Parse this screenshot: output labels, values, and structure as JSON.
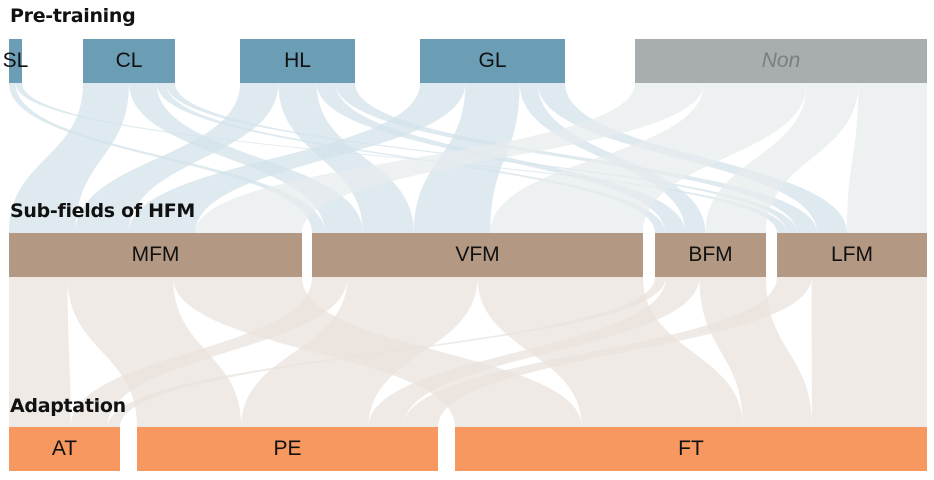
{
  "sections": {
    "pretraining": "Pre-training",
    "subfields": "Sub-fields of HFM",
    "adaptation": "Adaptation"
  },
  "colors": {
    "pretraining_node": "#6b9db5",
    "non_node": "#a8aeaf",
    "pretraining_flow": "#d3e2ea",
    "non_flow": "#e8ebed",
    "subfield_node": "#b39984",
    "subfield_flow": "#e9e2dc",
    "adaptation_node": "#f89861"
  },
  "nodes": {
    "pretraining": [
      {
        "id": "SL",
        "label": "SL",
        "share": 0.014
      },
      {
        "id": "CL",
        "label": "CL",
        "share": 0.1
      },
      {
        "id": "HL",
        "label": "HL",
        "share": 0.125
      },
      {
        "id": "GL",
        "label": "GL",
        "share": 0.157
      },
      {
        "id": "Non",
        "label": "Non",
        "share": 0.318,
        "italic": true
      }
    ],
    "subfields": [
      {
        "id": "MFM",
        "label": "MFM",
        "share": 0.318
      },
      {
        "id": "VFM",
        "label": "VFM",
        "share": 0.36
      },
      {
        "id": "BFM",
        "label": "BFM",
        "share": 0.12
      },
      {
        "id": "LFM",
        "label": "LFM",
        "share": 0.163
      }
    ],
    "adaptation": [
      {
        "id": "AT",
        "label": "AT",
        "share": 0.12
      },
      {
        "id": "PE",
        "label": "PE",
        "share": 0.327
      },
      {
        "id": "FT",
        "label": "FT",
        "share": 0.513
      }
    ]
  },
  "links_top": [
    {
      "source": "SL",
      "target": "VFM",
      "value": 1
    },
    {
      "source": "SL",
      "target": "LFM",
      "value": 1
    },
    {
      "source": "CL",
      "target": "MFM",
      "value": 5
    },
    {
      "source": "CL",
      "target": "VFM",
      "value": 3
    },
    {
      "source": "CL",
      "target": "BFM",
      "value": 1
    },
    {
      "source": "CL",
      "target": "LFM",
      "value": 1
    },
    {
      "source": "HL",
      "target": "MFM",
      "value": 4
    },
    {
      "source": "HL",
      "target": "VFM",
      "value": 4
    },
    {
      "source": "HL",
      "target": "BFM",
      "value": 2
    },
    {
      "source": "HL",
      "target": "LFM",
      "value": 2
    },
    {
      "source": "GL",
      "target": "MFM",
      "value": 5
    },
    {
      "source": "GL",
      "target": "VFM",
      "value": 6
    },
    {
      "source": "GL",
      "target": "BFM",
      "value": 2
    },
    {
      "source": "GL",
      "target": "LFM",
      "value": 3
    },
    {
      "source": "Non",
      "target": "MFM",
      "value": 8
    },
    {
      "source": "Non",
      "target": "VFM",
      "value": 12
    },
    {
      "source": "Non",
      "target": "BFM",
      "value": 6
    },
    {
      "source": "Non",
      "target": "LFM",
      "value": 8
    }
  ],
  "links_bottom": [
    {
      "source": "MFM",
      "target": "AT",
      "value": 5
    },
    {
      "source": "MFM",
      "target": "PE",
      "value": 9
    },
    {
      "source": "MFM",
      "target": "FT",
      "value": 11
    },
    {
      "source": "VFM",
      "target": "AT",
      "value": 3
    },
    {
      "source": "VFM",
      "target": "PE",
      "value": 11
    },
    {
      "source": "VFM",
      "target": "FT",
      "value": 14
    },
    {
      "source": "BFM",
      "target": "AT",
      "value": 1
    },
    {
      "source": "BFM",
      "target": "PE",
      "value": 3
    },
    {
      "source": "BFM",
      "target": "FT",
      "value": 6
    },
    {
      "source": "LFM",
      "target": "PE",
      "value": 3
    },
    {
      "source": "LFM",
      "target": "FT",
      "value": 10
    }
  ]
}
